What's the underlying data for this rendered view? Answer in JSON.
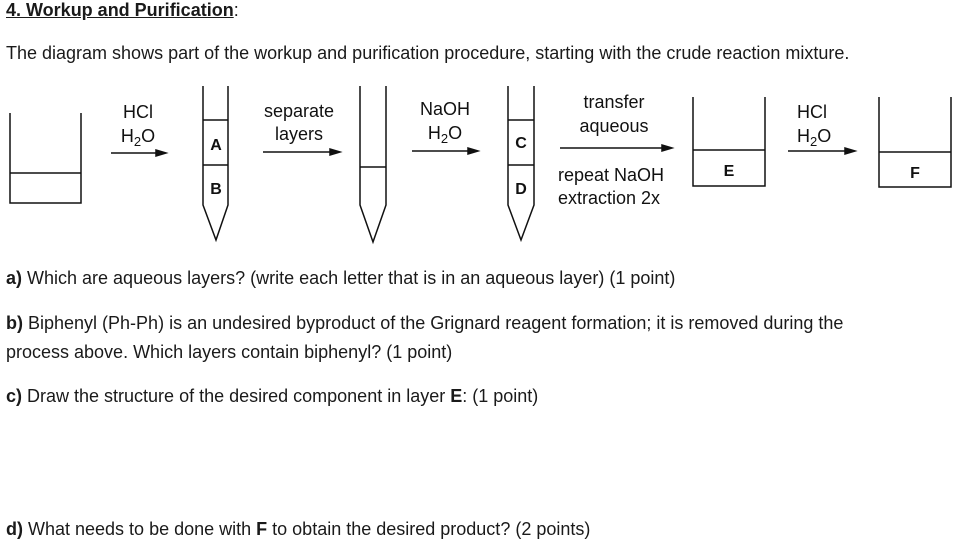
{
  "title": {
    "number_heading": "4. Workup and Purification",
    "colon": ":"
  },
  "intro": "The diagram shows part of the workup and purification procedure, starting with the crude reaction mixture.",
  "diagram": {
    "step1": {
      "line1": "HCl",
      "line2_main": "H",
      "line2_sub": "2",
      "line2_end": "O"
    },
    "step2": {
      "line1": "separate",
      "line2": "layers"
    },
    "step3": {
      "line1": "NaOH",
      "line2_main": "H",
      "line2_sub": "2",
      "line2_end": "O"
    },
    "step4": {
      "above1": "transfer",
      "above2": "aqueous",
      "below1": "repeat NaOH",
      "below2": "extraction 2x"
    },
    "step5": {
      "line1": "HCl",
      "line2_main": "H",
      "line2_sub": "2",
      "line2_end": "O"
    },
    "layers": {
      "A": "A",
      "B": "B",
      "C": "C",
      "D": "D",
      "E": "E",
      "F": "F"
    }
  },
  "questions": {
    "a": {
      "label": "a)",
      "text": " Which are aqueous layers? (write each letter that is in an aqueous layer) (1 point)"
    },
    "b": {
      "label": "b)",
      "text1": " Biphenyl (Ph-Ph) is an undesired byproduct of the Grignard reagent formation; it is removed during the",
      "text2": "process above.  Which layers contain biphenyl? (1 point)"
    },
    "c": {
      "label": "c)",
      "text": " Draw the structure of the desired component in layer ",
      "bold": "E",
      "end": ": (1 point)"
    },
    "d": {
      "label": "d)",
      "text": " What needs to be done with ",
      "bold": "F",
      "end": " to obtain the desired product? (2 points)"
    }
  }
}
